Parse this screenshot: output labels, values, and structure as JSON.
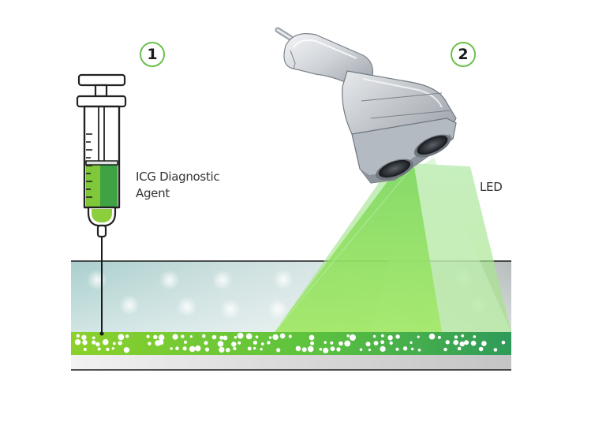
{
  "steps": [
    {
      "number": "1"
    },
    {
      "number": "2"
    }
  ],
  "labels": {
    "agent_line1": "ICG Diagnostic",
    "agent_line2": "Agent",
    "led": "LED"
  },
  "icons": {
    "syringe": "syringe-icon",
    "camera": "imaging-camera-icon"
  },
  "colors": {
    "accent_green": "#6cc04a",
    "fluid_green": "#7fd13b",
    "beam_green": "#8fe06a",
    "tissue_blue": "#9fc4c4",
    "syringe_outline": "#222222"
  }
}
